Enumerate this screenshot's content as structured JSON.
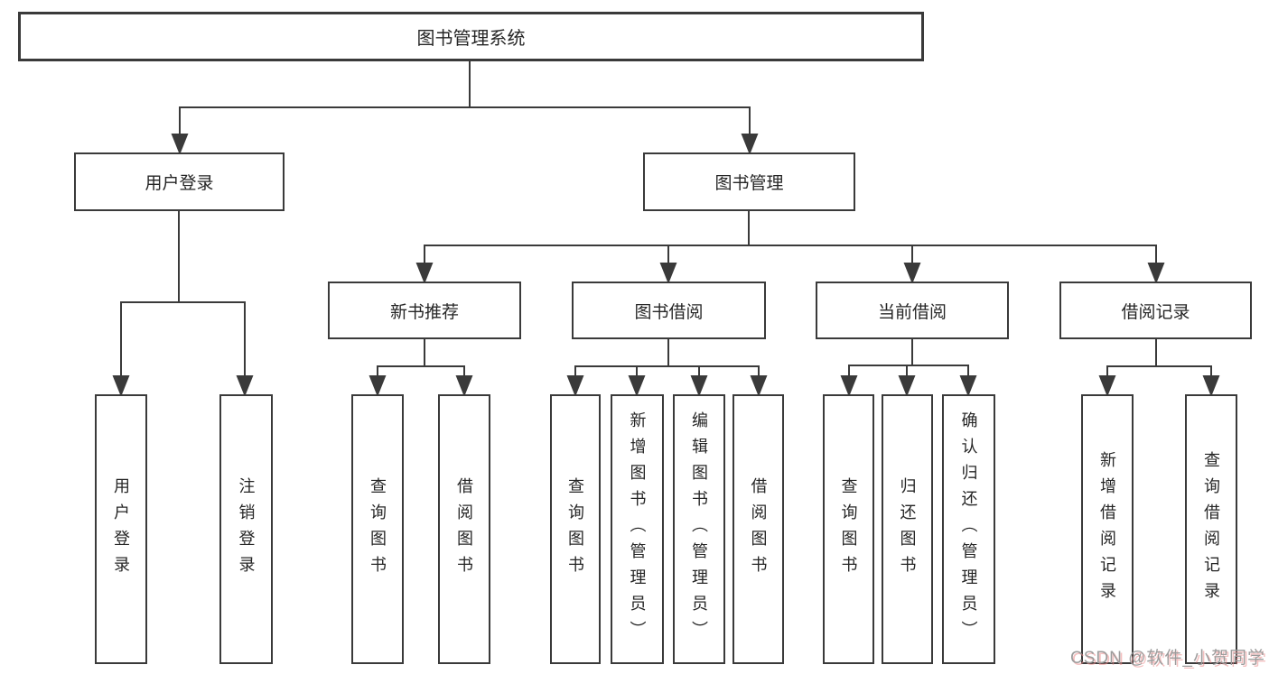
{
  "diagram": {
    "type": "hierarchy-tree",
    "root": {
      "label": "图书管理系统",
      "children": [
        {
          "label": "用户登录",
          "children": [
            {
              "label": "用户登录"
            },
            {
              "label": "注销登录"
            }
          ]
        },
        {
          "label": "图书管理",
          "children": [
            {
              "label": "新书推荐",
              "children": [
                {
                  "label": "查询图书"
                },
                {
                  "label": "借阅图书"
                }
              ]
            },
            {
              "label": "图书借阅",
              "children": [
                {
                  "label": "查询图书"
                },
                {
                  "label": "新增图书（管理员）"
                },
                {
                  "label": "编辑图书（管理员）"
                },
                {
                  "label": "借阅图书"
                }
              ]
            },
            {
              "label": "当前借阅",
              "children": [
                {
                  "label": "查询图书"
                },
                {
                  "label": "归还图书"
                },
                {
                  "label": "确认归还（管理员）"
                }
              ]
            },
            {
              "label": "借阅记录",
              "children": [
                {
                  "label": "新增借阅记录"
                },
                {
                  "label": "查询借阅记录"
                }
              ]
            }
          ]
        }
      ]
    },
    "colors": {
      "line": "#3a3a3a",
      "box_border": "#3a3a3a",
      "text": "#262626",
      "background": "#ffffff"
    }
  },
  "watermark": {
    "text": "CSDN @软件_小贺同学",
    "color": "#9c9c9c"
  }
}
